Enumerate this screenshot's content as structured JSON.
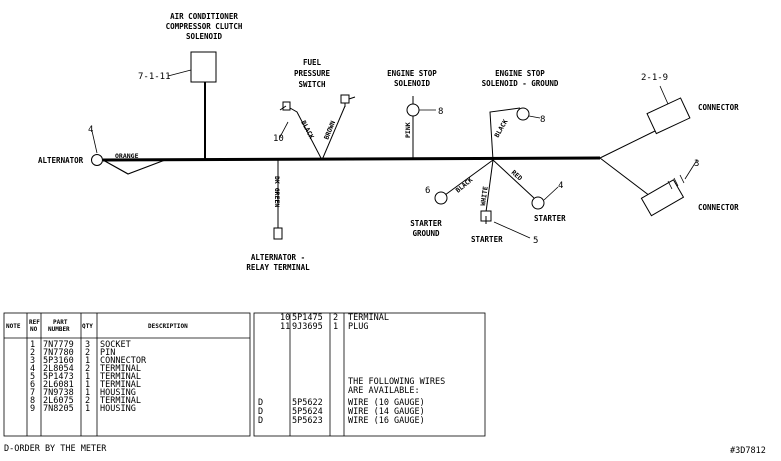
{
  "diagram": {
    "components": {
      "ac_clutch": {
        "title_lines": [
          "AIR CONDITIONER",
          "COMPRESSOR CLUTCH",
          "SOLENOID"
        ],
        "ref": "7-1-11"
      },
      "fuel_switch": {
        "title_lines": [
          "FUEL",
          "PRESSURE",
          "SWITCH"
        ],
        "ref": "10"
      },
      "engine_stop": {
        "title_lines": [
          "ENGINE STOP",
          "SOLENOID"
        ],
        "ref": "8"
      },
      "engine_stop_ground": {
        "title_lines": [
          "ENGINE STOP",
          "SOLENOID - GROUND"
        ],
        "ref": "8"
      },
      "alternator": {
        "label": "ALTERNATOR",
        "ref": "4"
      },
      "alt_relay": {
        "label_lines": [
          "ALTERNATOR -",
          "RELAY TERMINAL"
        ]
      },
      "starter_ground": {
        "label_lines": [
          "STARTER",
          "GROUND"
        ],
        "ref": "6"
      },
      "starter_terminal": {
        "label": "STARTER",
        "ref": "5"
      },
      "starter": {
        "label": "STARTER",
        "ref": "4"
      },
      "connector_upper": {
        "label": "CONNECTOR",
        "ref": "2-1-9"
      },
      "connector_lower": {
        "label": "CONNECTOR",
        "ref": "3"
      }
    },
    "wires": {
      "orange": "ORANGE",
      "dk_green": "DK GREEN",
      "black_fuel": "BLACK",
      "brown": "BROWN",
      "pink": "PINK",
      "black_ground": "BLACK",
      "black_starter_ground": "BLACK",
      "white": "WHITE",
      "red": "RED"
    }
  },
  "parts_table": {
    "headers": {
      "note": "NOTE",
      "ref_no": [
        "REF",
        "NO"
      ],
      "part_number": [
        "PART",
        "NUMBER"
      ],
      "qty": "QTY",
      "description": "DESCRIPTION"
    },
    "rows": [
      {
        "note": "",
        "ref": "1",
        "part": "7N7779",
        "qty": "3",
        "desc": "SOCKET"
      },
      {
        "note": "",
        "ref": "2",
        "part": "7N7780",
        "qty": "2",
        "desc": "PIN"
      },
      {
        "note": "",
        "ref": "3",
        "part": "5P3160",
        "qty": "1",
        "desc": "CONNECTOR"
      },
      {
        "note": "",
        "ref": "4",
        "part": "2L8054",
        "qty": "2",
        "desc": "TERMINAL"
      },
      {
        "note": "",
        "ref": "5",
        "part": "5P1473",
        "qty": "1",
        "desc": "TERMINAL"
      },
      {
        "note": "",
        "ref": "6",
        "part": "2L6081",
        "qty": "1",
        "desc": "TERMINAL"
      },
      {
        "note": "",
        "ref": "7",
        "part": "7N9738",
        "qty": "1",
        "desc": "HOUSING"
      },
      {
        "note": "",
        "ref": "8",
        "part": "2L6075",
        "qty": "2",
        "desc": "TERMINAL"
      },
      {
        "note": "",
        "ref": "9",
        "part": "7N8205",
        "qty": "1",
        "desc": "HOUSING"
      }
    ],
    "rows_right": [
      {
        "note": "",
        "ref": "10",
        "part": "5P1475",
        "qty": "2",
        "desc": "TERMINAL"
      },
      {
        "note": "",
        "ref": "11",
        "part": "9J3695",
        "qty": "1",
        "desc": "PLUG"
      }
    ],
    "wires_note_lines": [
      "THE  FOLLOWING  WIRES",
      "ARE  AVAILABLE:"
    ],
    "wire_rows": [
      {
        "note": "D",
        "part": "5P5622",
        "desc": "WIRE  (10  GAUGE)"
      },
      {
        "note": "D",
        "part": "5P5624",
        "desc": "WIRE  (14  GAUGE)"
      },
      {
        "note": "D",
        "part": "5P5623",
        "desc": "WIRE  (16  GAUGE)"
      }
    ],
    "footnote": "D-ORDER  BY  THE  METER",
    "figure_id": "#3D7812"
  }
}
